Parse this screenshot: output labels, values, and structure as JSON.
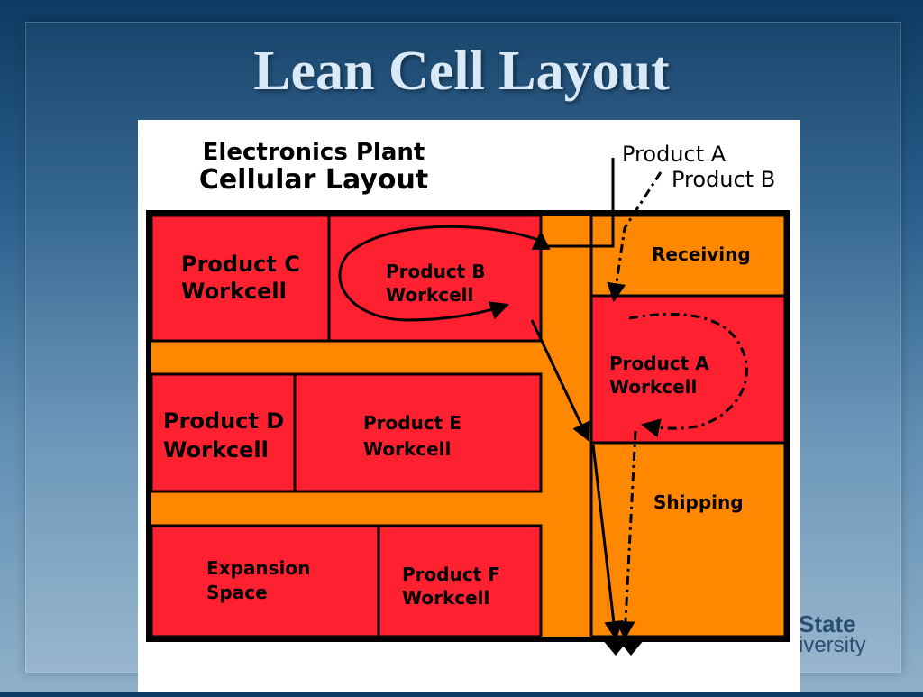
{
  "slide": {
    "title": "Lean Cell Layout",
    "logo_line1": "State",
    "logo_line2": "iversity"
  },
  "diagram": {
    "heading_line1": "Electronics Plant",
    "heading_line2": "Cellular Layout",
    "product_a_label": "Product A",
    "product_b_label": "Product B",
    "colors": {
      "workcell": "#ff2030",
      "aisle": "#ff8800",
      "border": "#000000"
    },
    "areas": {
      "product_c": [
        "Product C",
        "Workcell"
      ],
      "product_b": [
        "Product B",
        "Workcell"
      ],
      "receiving": [
        "Receiving"
      ],
      "product_a": [
        "Product A",
        "Workcell"
      ],
      "product_d": [
        "Product D",
        "Workcell"
      ],
      "product_e": [
        "Product E",
        "Workcell"
      ],
      "shipping": [
        "Shipping"
      ],
      "expansion": [
        "Expansion",
        "Space"
      ],
      "product_f": [
        "Product F",
        "Workcell"
      ]
    }
  }
}
